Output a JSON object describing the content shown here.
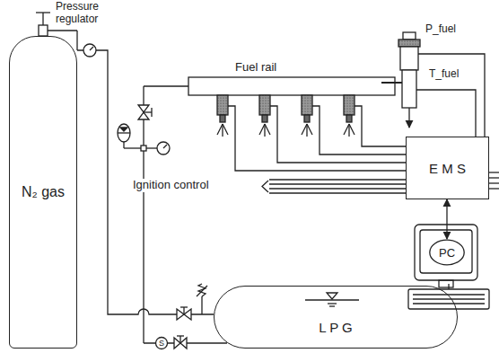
{
  "diagram": {
    "nodes": [
      {
        "text": [
          "N₂ gas"
        ]
      },
      {
        "text": [
          "L P G"
        ]
      },
      {
        "text": [
          "E M S"
        ]
      },
      {
        "text": [
          "PC"
        ]
      }
    ],
    "edges": [
      {
        "from": 0,
        "to": 1,
        "arrow": "none"
      },
      {
        "from": 2,
        "to": 3,
        "arrow": "both"
      }
    ],
    "labels": [
      "Pressure regulator",
      "Fuel rail",
      "P_fuel",
      "T_fuel",
      "Ignition control",
      "S"
    ]
  }
}
